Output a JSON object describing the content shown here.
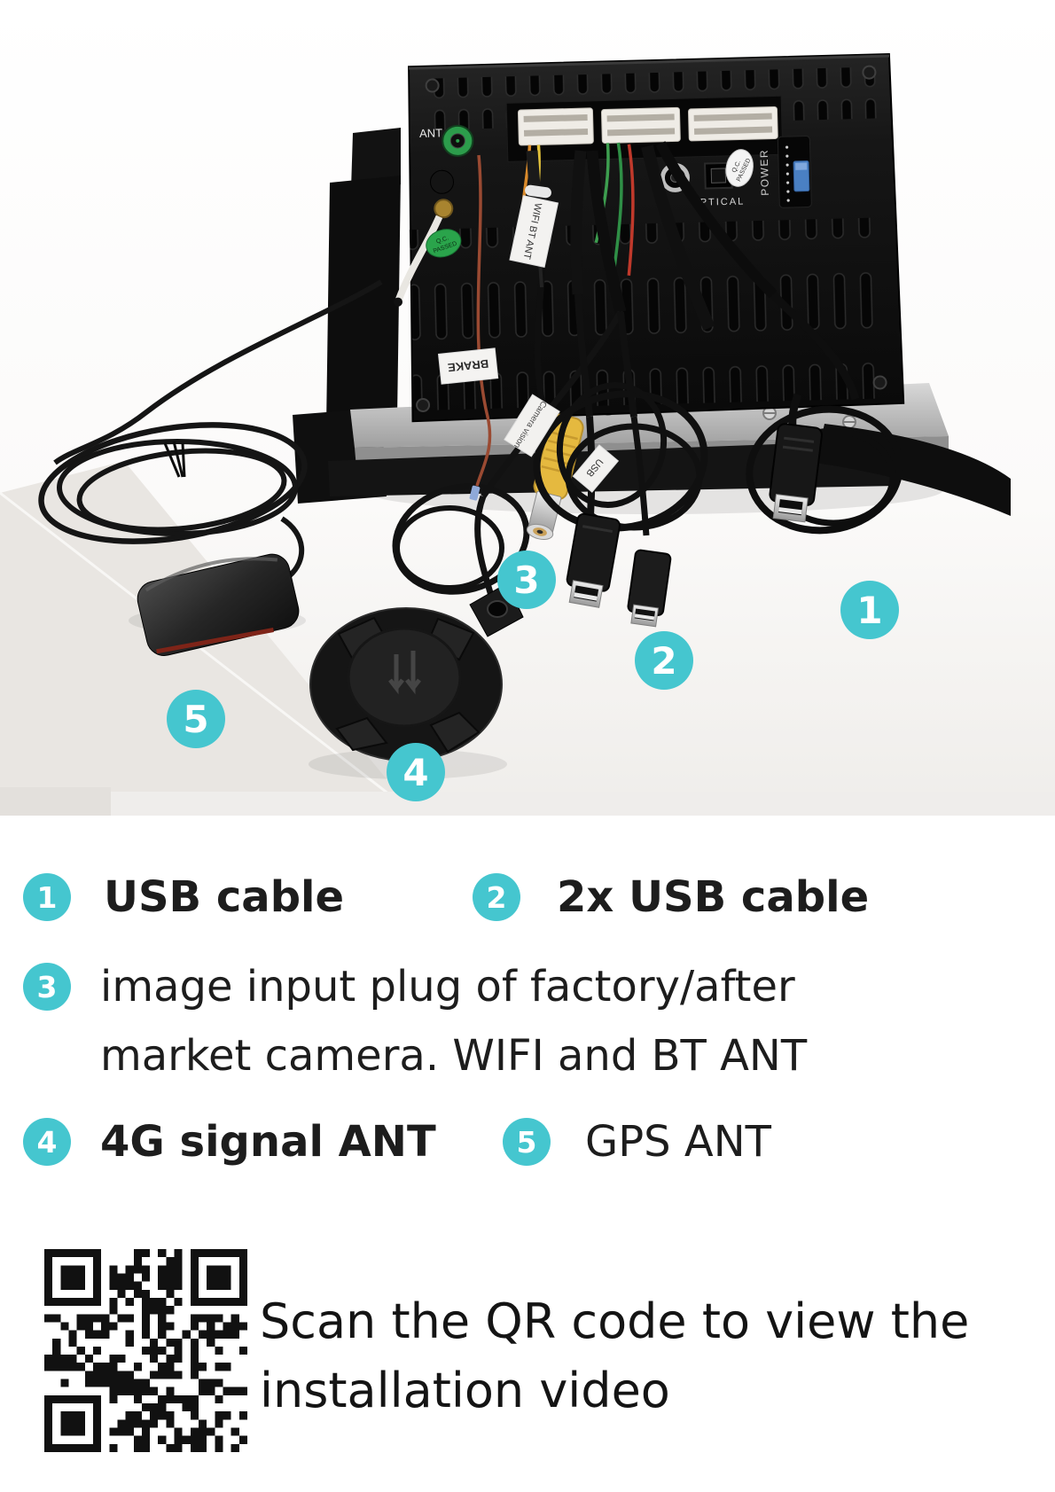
{
  "accent_color": "#45c6cf",
  "photo": {
    "badges": [
      "1",
      "2",
      "3",
      "4",
      "5"
    ],
    "unit_labels": {
      "ant": "ANT",
      "optical": "OPTICAL",
      "power": "POWER",
      "qc1_line1": "Q.C.",
      "qc1_line2": "PASSED",
      "qc2_line1": "Q.C.",
      "qc2_line2": "PASSED"
    },
    "cable_tags": {
      "brake": "BRAKE",
      "wifi_bt": "WIFI BT ANT",
      "camera": "Camera vision",
      "usb": "USB"
    }
  },
  "legend": {
    "items": [
      {
        "num": "1",
        "label": "USB cable"
      },
      {
        "num": "2",
        "label": "2x USB cable"
      },
      {
        "num": "3",
        "label": "image input plug of factory/after market camera. WIFI and BT ANT",
        "line1": "image input plug of factory/after",
        "line2": "market camera. WIFI and BT ANT"
      },
      {
        "num": "4",
        "label": "4G signal ANT"
      },
      {
        "num": "5",
        "label": "GPS ANT"
      }
    ]
  },
  "qr": {
    "icon": "qr-code",
    "caption": "Scan the QR code to view the installation video",
    "caption_line1": "Scan the QR code to view the",
    "caption_line2": "installation video"
  }
}
